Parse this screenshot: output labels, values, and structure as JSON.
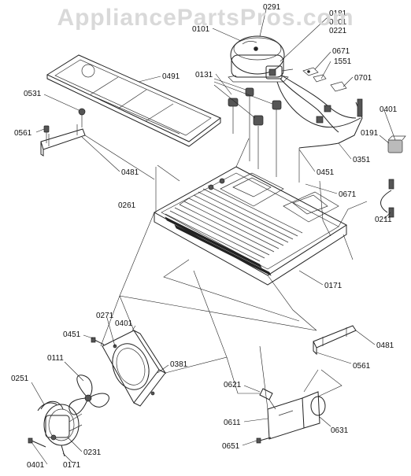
{
  "watermark": "AppliancePartsPros.com",
  "callouts": {
    "c0291": "0291",
    "c0101": "0101",
    "c0181": "0181",
    "c0201": "0201",
    "c0221": "0221",
    "c0671a": "0671",
    "c1551": "1551",
    "c0701": "0701",
    "c0131": "0131",
    "c0491": "0491",
    "c0531": "0531",
    "c0561a": "0561",
    "c0481a": "0481",
    "c0401a": "0401",
    "c0191": "0191",
    "c0351": "0351",
    "c0451a": "0451",
    "c0671b": "0671",
    "c0261": "0261",
    "c0211": "0211",
    "c0171a": "0171",
    "c0271": "0271",
    "c0401b": "0401",
    "c0451b": "0451",
    "c0111": "0111",
    "c0381": "0381",
    "c0251": "0251",
    "c0481b": "0481",
    "c0561b": "0561",
    "c0621": "0621",
    "c0611": "0611",
    "c0631": "0631",
    "c0651": "0651",
    "c0231": "0231",
    "c0171b": "0171",
    "c0401c": "0401"
  }
}
